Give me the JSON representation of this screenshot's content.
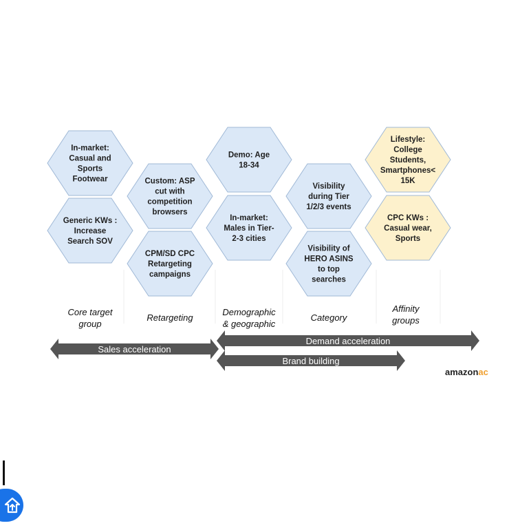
{
  "diagram": {
    "hexagons": [
      {
        "id": "in-market-casual",
        "column": "core-target",
        "fill": "#dbe8f7",
        "lines": [
          "In-market:",
          "Casual and",
          "Sports",
          "Footwear"
        ]
      },
      {
        "id": "generic-kws",
        "column": "core-target",
        "fill": "#dbe8f7",
        "lines": [
          "Generic KWs :",
          "Increase",
          "Search SOV"
        ]
      },
      {
        "id": "custom-asp",
        "column": "retargeting",
        "fill": "#dbe8f7",
        "lines": [
          "Custom: ASP",
          "cut with",
          "competition",
          "browsers"
        ]
      },
      {
        "id": "cpm-sd-cpc",
        "column": "retargeting",
        "fill": "#dbe8f7",
        "lines": [
          "CPM/SD CPC",
          "Retargeting",
          "campaigns"
        ]
      },
      {
        "id": "demo-age",
        "column": "demographic",
        "fill": "#dbe8f7",
        "lines": [
          "Demo: Age",
          "18-34"
        ]
      },
      {
        "id": "in-market-males",
        "column": "demographic",
        "fill": "#dbe8f7",
        "lines": [
          "In-market:",
          "Males in Tier-",
          "2-3 cities"
        ]
      },
      {
        "id": "visibility-tier",
        "column": "category",
        "fill": "#dbe8f7",
        "lines": [
          "Visibility",
          "during Tier",
          "1/2/3 events"
        ]
      },
      {
        "id": "visibility-hero",
        "column": "category",
        "fill": "#dbe8f7",
        "lines": [
          "Visibility of",
          "HERO ASINS",
          "to top",
          "searches"
        ]
      },
      {
        "id": "lifestyle",
        "column": "affinity",
        "fill": "#fdf1cc",
        "lines": [
          "Lifestyle:",
          "College",
          "Students,",
          "Smartphones<",
          "15K"
        ]
      },
      {
        "id": "cpc-kws",
        "column": "affinity",
        "fill": "#fdf1cc",
        "lines": [
          "CPC KWs :",
          "Casual wear,",
          "Sports"
        ]
      }
    ],
    "columns": [
      {
        "id": "core-target",
        "lines": [
          "Core target",
          "group"
        ]
      },
      {
        "id": "retargeting",
        "lines": [
          "Retargeting"
        ]
      },
      {
        "id": "demographic",
        "lines": [
          "Demographic",
          "& geographic"
        ]
      },
      {
        "id": "category",
        "lines": [
          "Category"
        ]
      },
      {
        "id": "affinity",
        "lines": [
          "Affinity",
          "groups"
        ]
      }
    ],
    "arrows": [
      {
        "id": "sales-acceleration",
        "label": "Sales acceleration"
      },
      {
        "id": "demand-acceleration",
        "label": "Demand acceleration"
      },
      {
        "id": "brand-building",
        "label": "Brand building"
      }
    ],
    "logo": {
      "main": "amazon",
      "accent": "ac"
    },
    "colors": {
      "hex_blue": "#dbe8f7",
      "hex_yellow": "#fdf1cc",
      "hex_stroke": "#9fb8d6",
      "arrow": "#555555",
      "fab": "#1a73e8"
    }
  },
  "fab": {
    "icon": "upload-home-icon"
  }
}
